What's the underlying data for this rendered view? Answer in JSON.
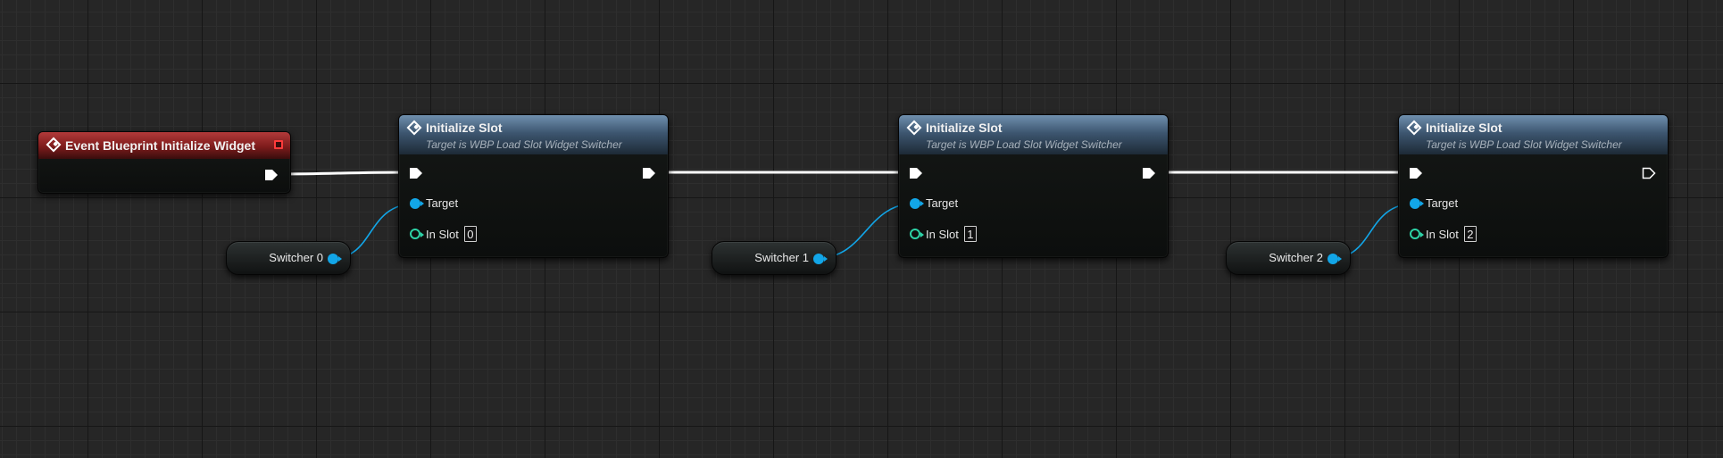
{
  "event_node": {
    "title": "Event Blueprint Initialize Widget",
    "icon": "event-icon",
    "header_color": "#8b2222"
  },
  "function_nodes": [
    {
      "title": "Initialize Slot",
      "subtitle": "Target is WBP Load Slot Widget Switcher",
      "target_label": "Target",
      "slot_label": "In Slot",
      "slot_value": "0"
    },
    {
      "title": "Initialize Slot",
      "subtitle": "Target is WBP Load Slot Widget Switcher",
      "target_label": "Target",
      "slot_label": "In Slot",
      "slot_value": "1"
    },
    {
      "title": "Initialize Slot",
      "subtitle": "Target is WBP Load Slot Widget Switcher",
      "target_label": "Target",
      "slot_label": "In Slot",
      "slot_value": "2"
    }
  ],
  "variable_nodes": [
    {
      "label": "Switcher 0"
    },
    {
      "label": "Switcher 1"
    },
    {
      "label": "Switcher 2"
    }
  ],
  "colors": {
    "function_header": "#4a6580",
    "object_pin": "#12a6e8",
    "integer_pin": "#2ed3a7",
    "exec_wire": "#ffffff",
    "object_wire": "#12a6e8"
  }
}
